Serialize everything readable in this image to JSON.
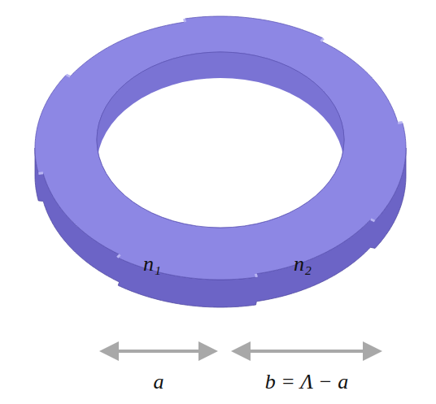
{
  "diagram": {
    "labels": [
      "n₁",
      "n₂",
      "a",
      "b = Λ − a"
    ]
  }
}
